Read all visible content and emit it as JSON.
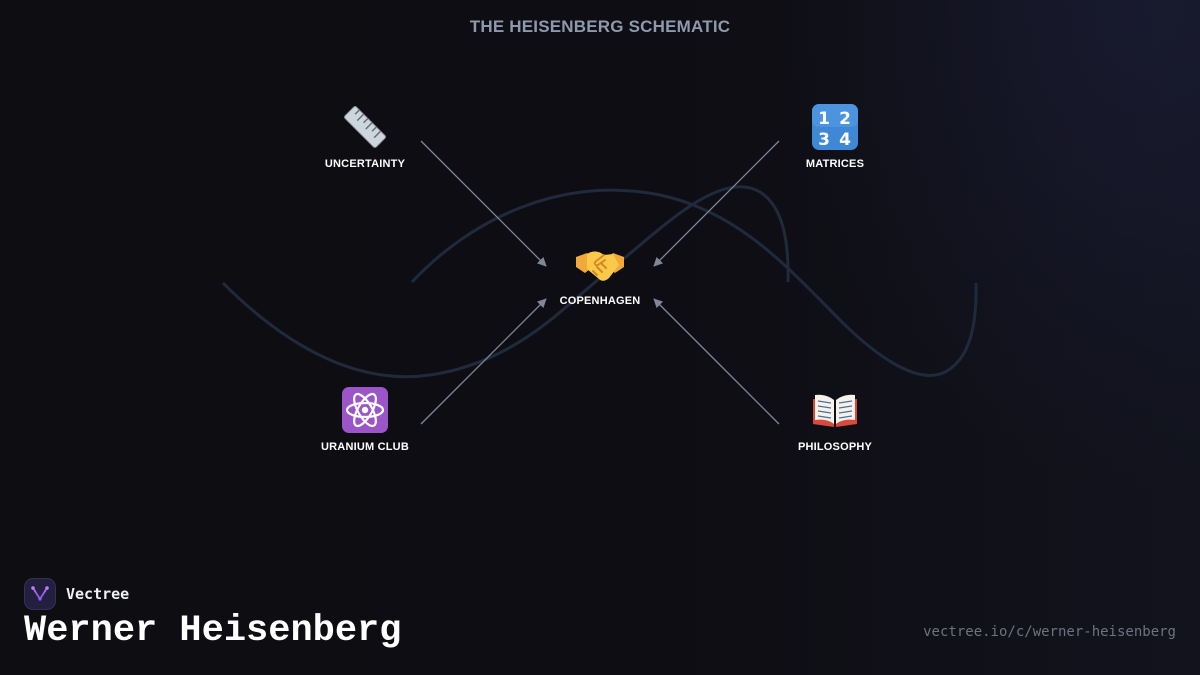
{
  "title": "THE HEISENBERG SCHEMATIC",
  "center_node": {
    "label": "COPENHAGEN",
    "icon": "handshake-icon"
  },
  "nodes": [
    {
      "label": "UNCERTAINTY",
      "icon": "ruler-icon"
    },
    {
      "label": "MATRICES",
      "icon": "numbers-1234-icon"
    },
    {
      "label": "URANIUM CLUB",
      "icon": "atom-icon"
    },
    {
      "label": "PHILOSOPHY",
      "icon": "open-book-icon"
    }
  ],
  "edges": [
    {
      "from": "UNCERTAINTY",
      "to": "COPENHAGEN"
    },
    {
      "from": "MATRICES",
      "to": "COPENHAGEN"
    },
    {
      "from": "URANIUM CLUB",
      "to": "COPENHAGEN"
    },
    {
      "from": "PHILOSOPHY",
      "to": "COPENHAGEN"
    }
  ],
  "footer": {
    "brand": "Vectree",
    "name": "Werner Heisenberg",
    "url": "vectree.io/c/werner-heisenberg"
  },
  "colors": {
    "background": "#0e0d13",
    "arrow": "#7d889b",
    "wave": "#1f2a3d",
    "title": "#8e99ad",
    "label": "#ffffff",
    "url": "#6d7380"
  }
}
